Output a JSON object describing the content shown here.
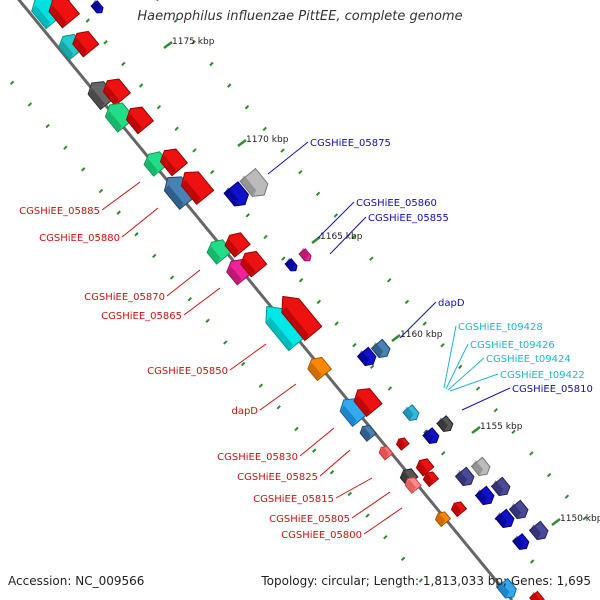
{
  "title": "Haemophilus influenzae PittEE, complete genome",
  "footer": {
    "accession": "Accession: NC_009566",
    "summary": "Topology: circular; Length: 1,813,033 bp; Genes: 1,695"
  },
  "colors": {
    "backbone": "#888888",
    "tick": "#2e8b2e",
    "reverse_label": "#cc1111",
    "forward_label": "#0f0fbb",
    "trna_label": "#22b5cc"
  },
  "chart_data": {
    "type": "genome-map",
    "ticks": [
      "1175 kbp",
      "1170 kbp",
      "1165 kbp",
      "1160 kbp",
      "1155 kbp",
      "1150 kbp"
    ],
    "reverse_labels": [
      "CGSHiEE_05885",
      "CGSHiEE_05880",
      "CGSHiEE_05870",
      "CGSHiEE_05865",
      "CGSHiEE_05850",
      "dapD",
      "CGSHiEE_05830",
      "CGSHiEE_05825",
      "CGSHiEE_05815",
      "CGSHiEE_05805",
      "CGSHiEE_05800"
    ],
    "forward_labels": [
      "CGSHiEE_05875",
      "CGSHiEE_05860",
      "CGSHiEE_05855",
      "dapD",
      "CGSHiEE_05810"
    ],
    "trna_labels": [
      "CGSHiEE_t09428",
      "CGSHiEE_t09426",
      "CGSHiEE_t09424",
      "CGSHiEE_t09422"
    ]
  }
}
